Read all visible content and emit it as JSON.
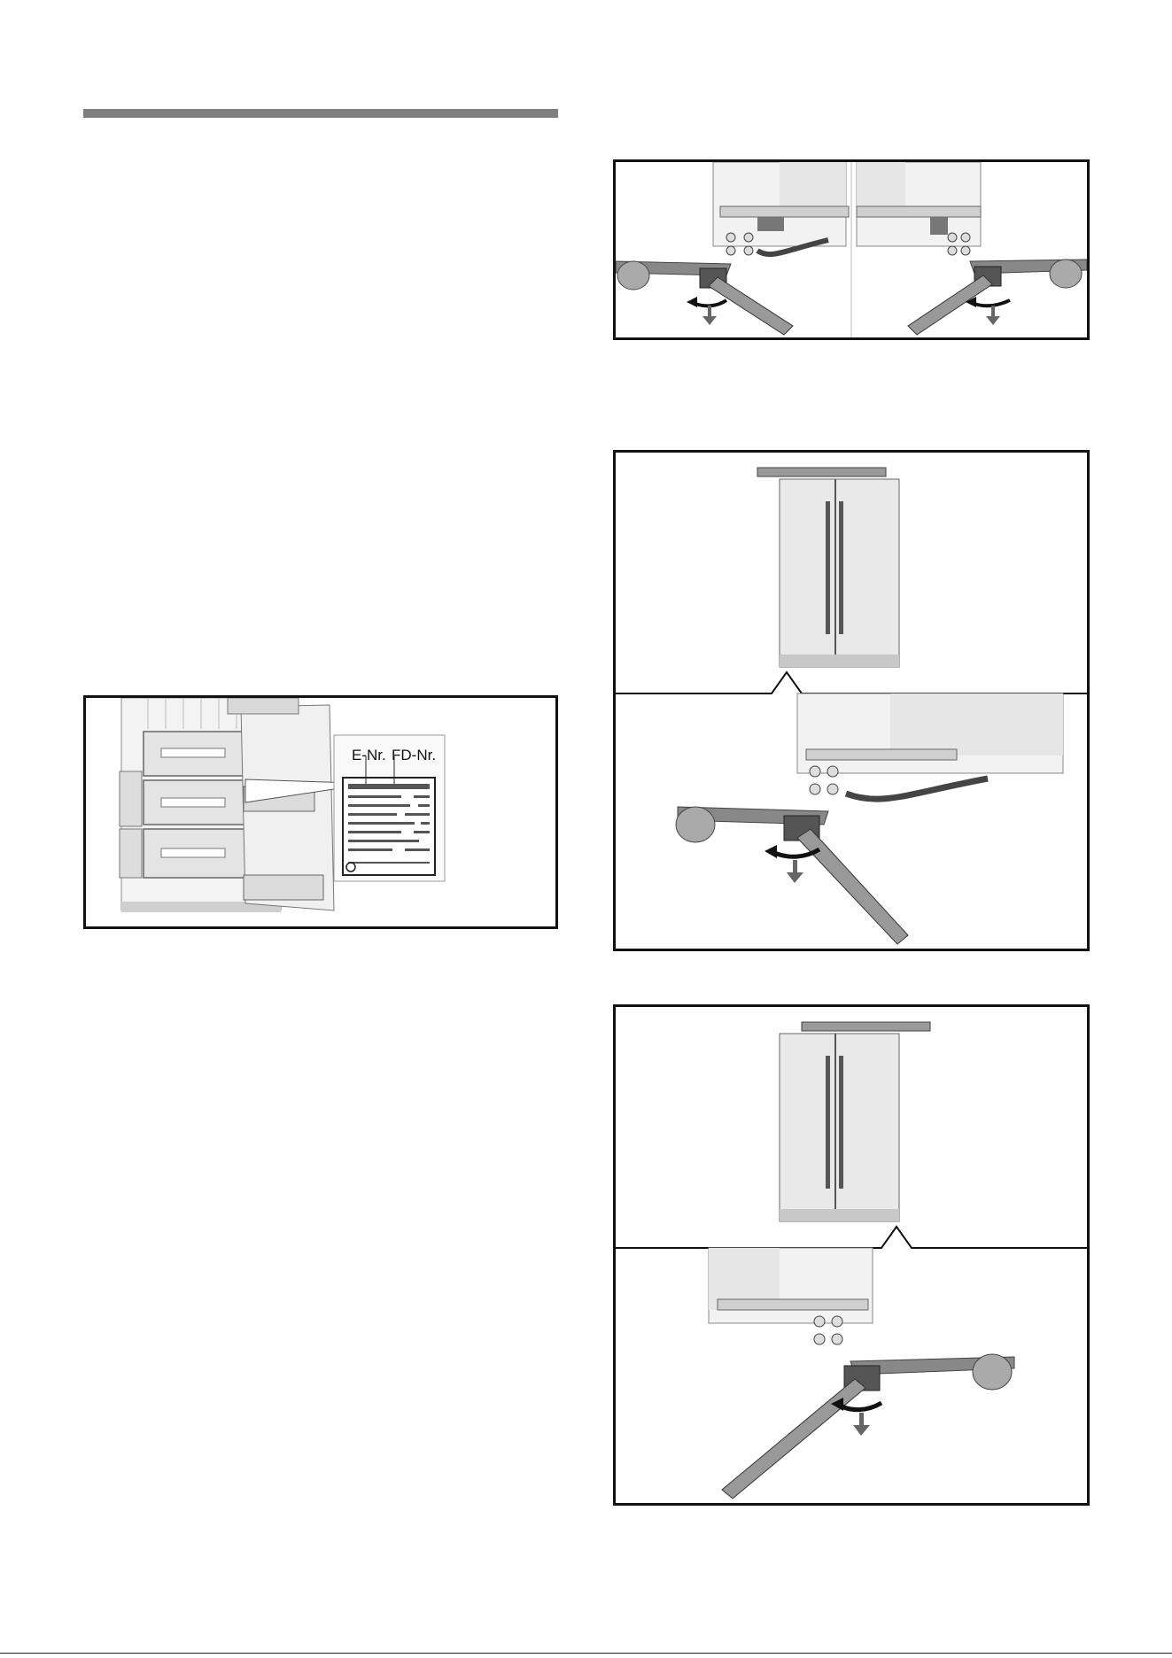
{
  "page": {
    "background": "#ffffff",
    "section_rule_color": "#7f7f7f"
  },
  "rating_plate_figure": {
    "label_e_nr": "E-Nr.",
    "label_fd_nr": "FD-Nr."
  },
  "figures": [
    {
      "name": "leveling-feet-both-sides",
      "description_icons": [
        "screwdriver-icon",
        "rotate-arrow-icon",
        "down-arrow-icon"
      ]
    },
    {
      "name": "leveling-front-left",
      "description_icons": [
        "refrigerator-icon",
        "screwdriver-icon",
        "rotate-arrow-icon",
        "down-arrow-icon"
      ]
    },
    {
      "name": "leveling-front-right",
      "description_icons": [
        "refrigerator-icon",
        "screwdriver-icon",
        "rotate-arrow-icon",
        "down-arrow-icon"
      ]
    }
  ]
}
